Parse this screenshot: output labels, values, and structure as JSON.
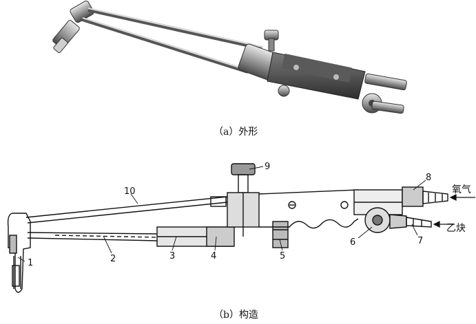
{
  "captions": {
    "a": "（a）外形",
    "b": "（b）构造"
  },
  "callouts": [
    "1",
    "2",
    "3",
    "4",
    "5",
    "6",
    "7",
    "8",
    "9",
    "10"
  ],
  "inlets": {
    "oxygen": "氧气",
    "acetylene": "乙炔"
  }
}
